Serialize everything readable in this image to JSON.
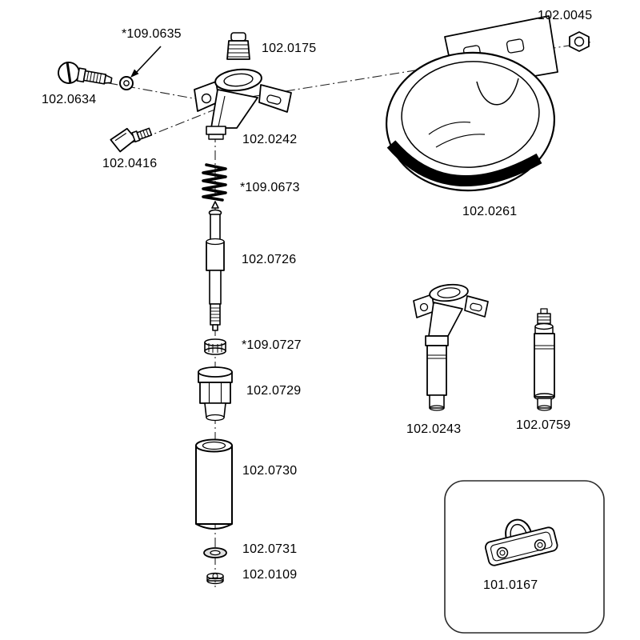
{
  "diagram": {
    "kind": "exploded-parts-diagram",
    "colors": {
      "line": "#000000",
      "background": "#ffffff",
      "shade": "#e0e0e0"
    }
  },
  "labels": {
    "part_102_0045": "102.0045",
    "part_109_0635": "*109.0635",
    "part_102_0634": "102.0634",
    "part_102_0175": "102.0175",
    "part_102_0242": "102.0242",
    "part_102_0416": "102.0416",
    "part_109_0673": "*109.0673",
    "part_102_0726": "102.0726",
    "part_109_0727": "*109.0727",
    "part_102_0729": "102.0729",
    "part_102_0730": "102.0730",
    "part_102_0731": "102.0731",
    "part_102_0109": "102.0109",
    "part_102_0261": "102.0261",
    "part_102_0243": "102.0243",
    "part_102_0759": "102.0759",
    "part_101_0167": "101.0167"
  }
}
